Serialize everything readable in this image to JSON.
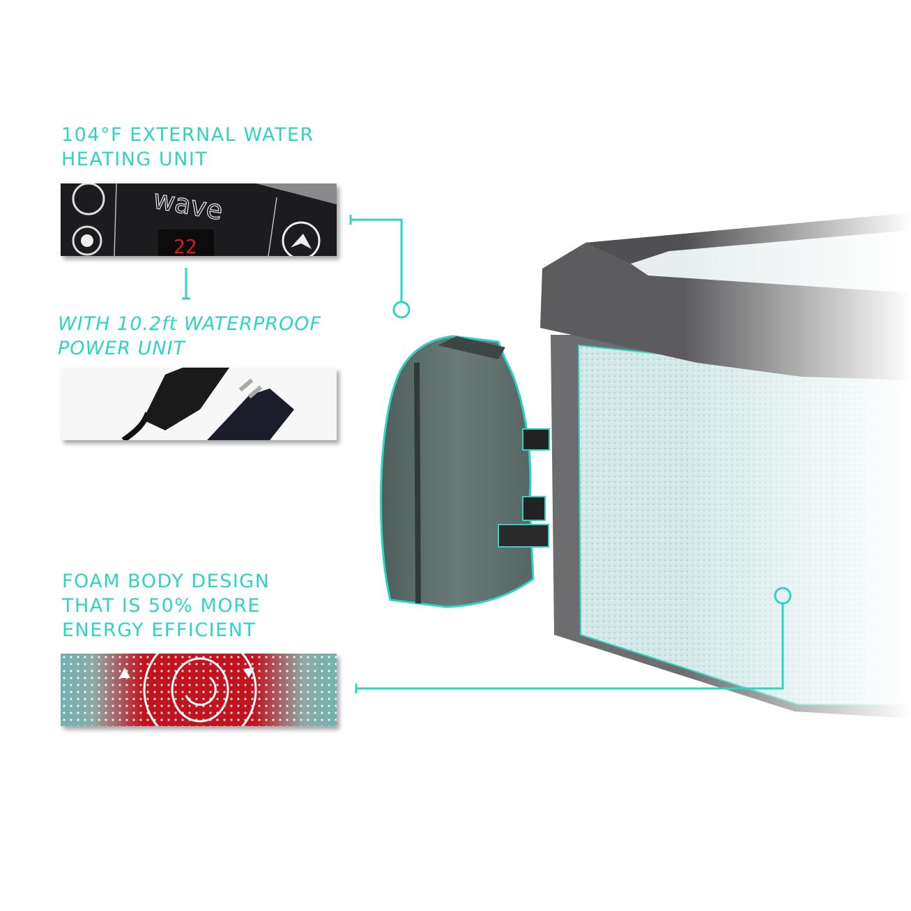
{
  "features": [
    {
      "id": "heater",
      "title_lines": [
        "104°F EXTERNAL WATER",
        "HEATING UNIT"
      ]
    },
    {
      "id": "power",
      "title_lines": [
        "WITH  10.2ft WATERPROOF",
        "POWER UNIT"
      ]
    },
    {
      "id": "foam",
      "title_lines": [
        "FOAM BODY DESIGN",
        "THAT IS 50% MORE",
        "ENERGY EFFICIENT"
      ]
    }
  ],
  "control_panel": {
    "logo": "wave",
    "display_value": "22"
  },
  "colors": {
    "accent": "#2fd3c1",
    "panel": "#1c1c1e",
    "display": "#e0141e",
    "heater_body": "#5f6f6c",
    "tub_frame": "#5c5c5e",
    "foam": "#cfe6e4",
    "hot": "#c0141e",
    "cool": "#6fb3b0"
  }
}
